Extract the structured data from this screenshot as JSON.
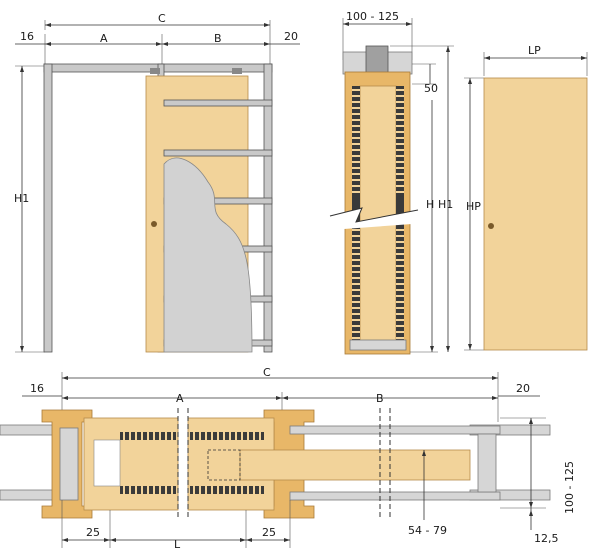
{
  "front_view": {
    "label_C": "C",
    "label_A": "A",
    "label_B": "B",
    "label_16": "16",
    "label_20": "20",
    "label_H1": "H1"
  },
  "section_view": {
    "label_width": "100 - 125",
    "label_50": "50",
    "label_H": "H",
    "label_H1": "H1"
  },
  "door_view": {
    "label_LP": "LP",
    "label_HP": "HP"
  },
  "plan_view": {
    "label_16": "16",
    "label_C": "C",
    "label_20": "20",
    "label_A": "A",
    "label_B": "B",
    "label_width": "100 - 125",
    "label_25_left": "25",
    "label_L": "L",
    "label_25_right": "25",
    "label_thickness": "54 - 79",
    "label_12_5": "12,5"
  }
}
